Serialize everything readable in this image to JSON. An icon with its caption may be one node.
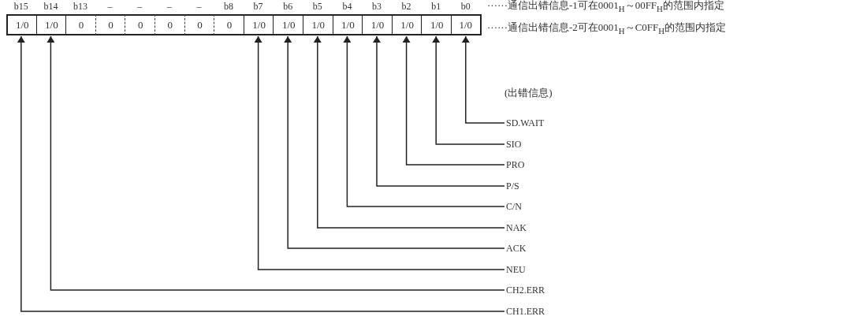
{
  "diagram": {
    "nodes": [
      {
        "text": [
          "1/0"
        ]
      },
      {
        "text": [
          "1/0"
        ]
      },
      {
        "text": [
          "0"
        ]
      },
      {
        "text": [
          "0"
        ]
      },
      {
        "text": [
          "0"
        ]
      },
      {
        "text": [
          "0"
        ]
      },
      {
        "text": [
          "0"
        ]
      },
      {
        "text": [
          "0"
        ]
      },
      {
        "text": [
          "1/0"
        ]
      },
      {
        "text": [
          "1/0"
        ]
      },
      {
        "text": [
          "1/0"
        ]
      },
      {
        "text": [
          "1/0"
        ]
      },
      {
        "text": [
          "1/0"
        ]
      },
      {
        "text": [
          "1/0"
        ]
      },
      {
        "text": [
          "1/0"
        ]
      },
      {
        "text": [
          "1/0"
        ]
      },
      {
        "text": [
          "SD.WAIT"
        ]
      },
      {
        "text": [
          "SIO"
        ]
      },
      {
        "text": [
          "PRO"
        ]
      },
      {
        "text": [
          "P/S"
        ]
      },
      {
        "text": [
          "C/N"
        ]
      },
      {
        "text": [
          "NAK"
        ]
      },
      {
        "text": [
          "ACK"
        ]
      },
      {
        "text": [
          "NEU"
        ]
      },
      {
        "text": [
          "CH2.ERR"
        ]
      },
      {
        "text": [
          "CH1.ERR"
        ]
      }
    ],
    "edges": [
      {
        "from": 16,
        "to": 15,
        "arrow": "to"
      },
      {
        "from": 17,
        "to": 14,
        "arrow": "to"
      },
      {
        "from": 18,
        "to": 13,
        "arrow": "to"
      },
      {
        "from": 19,
        "to": 12,
        "arrow": "to"
      },
      {
        "from": 20,
        "to": 11,
        "arrow": "to"
      },
      {
        "from": 21,
        "to": 10,
        "arrow": "to"
      },
      {
        "from": 22,
        "to": 9,
        "arrow": "to"
      },
      {
        "from": 23,
        "to": 8,
        "arrow": "to"
      },
      {
        "from": 24,
        "to": 1,
        "arrow": "to"
      },
      {
        "from": 25,
        "to": 0,
        "arrow": "to"
      }
    ],
    "labels": [
      "b15",
      "b14",
      "b13",
      "–",
      "–",
      "–",
      "–",
      "b8",
      "b7",
      "b6",
      "b5",
      "b4",
      "b3",
      "b2",
      "b1",
      "b0",
      "······通信出错信息-1可在0001$_{H}$～00FF$_{H}$的范围内指定",
      "······通信出错信息-2可在0001$_{H}$～C0FF$_{H}$的范围内指定",
      "(出错信息)"
    ]
  }
}
